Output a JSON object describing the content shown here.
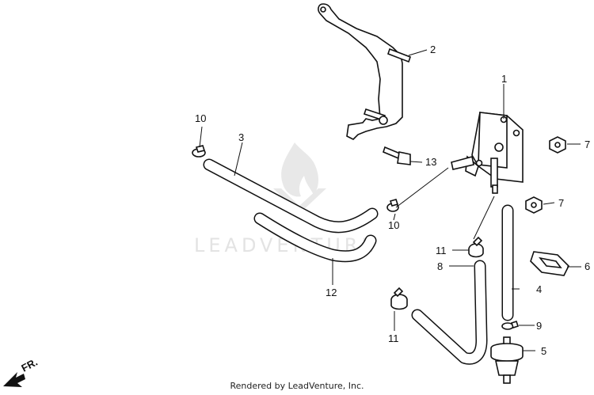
{
  "watermark": {
    "text": "LEADVENTURE"
  },
  "footer": {
    "credit": "Rendered by LeadVenture, Inc."
  },
  "direction": {
    "label": "FR."
  },
  "callouts": {
    "c1": "1",
    "c2": "2",
    "c3": "3",
    "c4": "4",
    "c5": "5",
    "c6": "6",
    "c7a": "7",
    "c7b": "7",
    "c8": "8",
    "c9": "9",
    "c10a": "10",
    "c10b": "10",
    "c11a": "11",
    "c11b": "11",
    "c12": "12",
    "c13": "13"
  },
  "colors": {
    "line": "#111111",
    "watermark": "#e3e3e3",
    "background": "#ffffff"
  }
}
